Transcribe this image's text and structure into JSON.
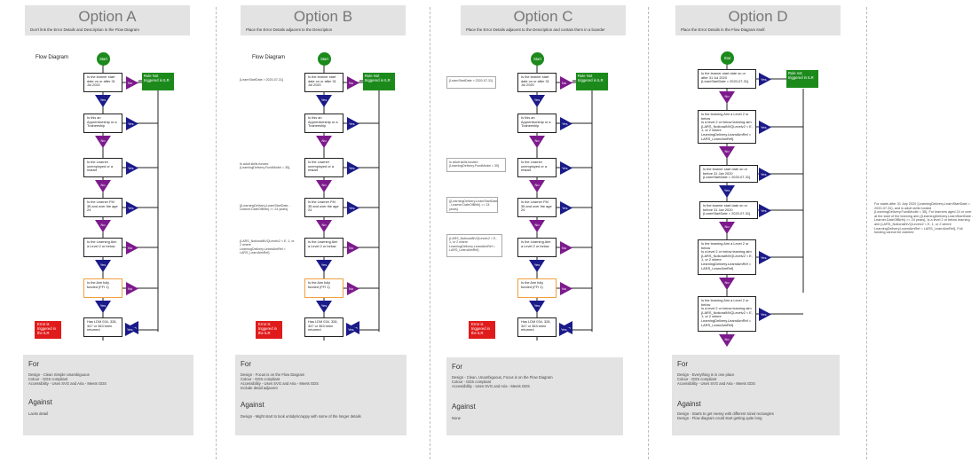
{
  "options": [
    {
      "title": "Option A",
      "subtitle": "Don't link the Error Details and Description in the Flow Diagram",
      "flow_label": "Flow Diagram",
      "for_heading": "For",
      "for_items": [
        "Design - Clean Simple Unambiguous",
        "Colour - GDS compliant",
        "Accessibility - Uses SVG and Aria - Meets GDS"
      ],
      "against_heading": "Against",
      "against_items": [
        "Lacks detail"
      ]
    },
    {
      "title": "Option B",
      "subtitle": "Place the Error Details adjacent to the Description",
      "flow_label": "Flow Diagram",
      "notes": [
        "{LearnStartDate > 2020-07-31}",
        "Is adult skills funded {LearningDelivery.FundModel = 35},",
        "{{LearningDelivery.LearnStartDate - Learner.DateOfBirth} >= 24 years}",
        "{LARS_NotionalNVQLevelv2 < E, 1, or 2 where LearningDelivery.LearnAimRef = LARS_LearnAimRef}"
      ],
      "for_heading": "For",
      "for_items": [
        "Design - Focus is on the Flow Diagram",
        "Colour - GDS compliant",
        "Accessibility - Uses SVG and Aria - Meets GDS",
        "Include detail adjacent"
      ],
      "against_heading": "Against",
      "against_items": [
        "Design - Might start to look untidy/scrappy with some of the longer details"
      ]
    },
    {
      "title": "Option C",
      "subtitle": "Place the Error Details adjacent to the Description and contain them in a boarder",
      "flow_label": "",
      "notes": [
        "{LearnStartDate > 2020-07-31}",
        "Is adult skills funded {LearningDelivery.FundModel = 35}",
        "{{LearningDelivery.LearnStartDate - Learner.DateOfBirth} >= 24 years}",
        "{LARS_NotionalNVQLevelv2 < E, 1, or 2 where LearningDelivery.LearnAimRef = LARS_LearnAimRef}"
      ],
      "for_heading": "For",
      "for_items": [
        "Design - Clean, Unambiguous, Focus is on the Flow Diagram",
        "Colour - GDS compliant",
        "Accessibility - Uses SVG and Aria - Meets GDS"
      ],
      "against_heading": "Against",
      "against_items": [
        "None"
      ]
    },
    {
      "title": "Option D",
      "subtitle": "Place the Error Details in the Flow Diagram itself.",
      "for_heading": "For",
      "for_items": [
        "Design - Everything is in one place",
        "Colour - GDS compliant",
        "Accessibility - Uses SVG and Aria - Meets GDS"
      ],
      "against_heading": "Against",
      "against_items": [
        "Design - Starts to get messy with different sized rectangles",
        "Design - Flow diagram could start getting quite long"
      ]
    }
  ],
  "flow": {
    "start": "Start",
    "rule_not_triggered": "Rule Not triggered in ILR",
    "error_triggered": "Error is triggered in the ILR",
    "yes": "Yes",
    "no": "No",
    "questions": [
      "Is the learner start date on or after 31 Jul 2020",
      "Is this an Apprenticeship or a Traineeship",
      "Is the Learner unemployed or a restart",
      "Is the Learner FM 35 and over the age 24",
      "Is the Learning Aim a Level 2 or below",
      "Is the Aim fully funded (FFI 1)",
      "Has LDM 034, 328, 347 or 363 been returned"
    ]
  },
  "flow_d": {
    "start": "Star",
    "rule_not_triggered": "Rule not triggered in ILR",
    "nodes": [
      "Is the learner start date on or after 31 Jul 2020\n{LearnStartDate > 2020-07-31}",
      "Is the learning Aim a Level 2 or below\nIs a level 2 or below learning aim {LARS_NotionalNVQLevelv2 < E, 1, or 2 where LearningDelivery.LearnAimRef = LARS_LearnAimRef}",
      "Is the learner start date on or before 31 Jan 2020\n{LearnStartDate < 2020-07-31}",
      "Is the learner start date on or before 31 Jan 2020\n{LearnStartDate < 2020-07-31}",
      "Is the learning Aim a Level 2 or below\nIs a level 2 or below learning aim {LARS_NotionalNVQLevelv2 < E, 1, or 2 where LearningDelivery.LearnAimRef = LARS_LearnAimRef}",
      "Is the learning Aim a Level 2 or below\nIs a level 2 or below learning aim {LARS_NotionalNVQLevelv2 < E, 1, or 2 where LearningDelivery.LearnAimRef = LARS_LearnAimRef}"
    ]
  },
  "side_note": "For starts after 31 July 2020 {LearningDelivery.LearnStartDate > 2020-07-31}, and is adult skills funded {LearningDelivery.FundModel = 35}, For learners aged 24 or over at the start of the learning aim {{LearningDelivery.LearnStartDate - Learner.DateOfBirth} >= 24 years}, Is a level 2 or below learning aim {LARS_NotionalNVQLevelv2 < E, 1, or 2 where LearningDelivery.LearnAimRef = LARS_LearnAimRef}, Full funding cannot be claimed",
  "colors": {
    "start_green": "#1b8a1b",
    "error_red": "#e01b1b",
    "no_purple": "#7c1a8c",
    "yes_navy": "#1a1a8a",
    "header_grey": "#e3e3e3",
    "ffi_orange": "#f0a040"
  }
}
